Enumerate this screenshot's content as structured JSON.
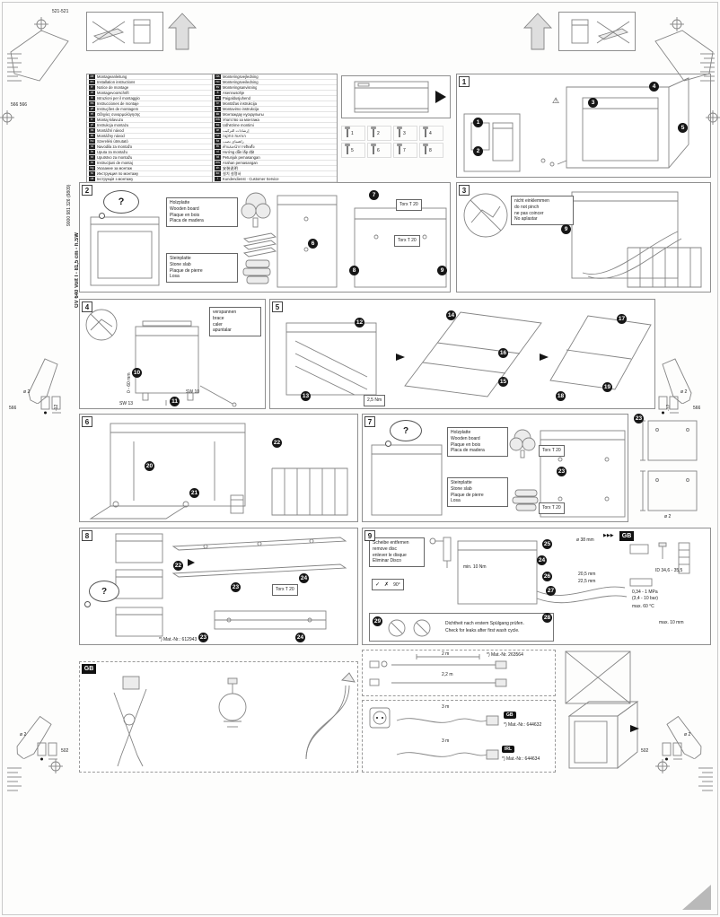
{
  "meta": {
    "model": "GV 640 Volt I - 81,5 cm - h.SW",
    "doc_no": "9000 981 326 (9809)"
  },
  "marks": {
    "top_left_dim": "521-521",
    "left_dim": "566 566",
    "l566": "566",
    "r566": "566",
    "l502": "502",
    "r502": "502",
    "drill": "ø 2",
    "depth": "-12"
  },
  "shared": {
    "q": "?",
    "torx": "Torx T 20",
    "sw13": "SW 13",
    "sw10": "SW 10",
    "wood": [
      "Holzplatte",
      "Wooden board",
      "Plaque en bois",
      "Placa de madera"
    ],
    "stone": [
      "Steinplatte",
      "Stone slab",
      "Plaque de pierre",
      "Losa"
    ]
  },
  "parts": [
    "1",
    "2",
    "3",
    "4",
    "5",
    "6",
    "7",
    "8"
  ],
  "lang_left": [
    {
      "code": "de",
      "text": "Montageanleitung"
    },
    {
      "code": "en",
      "text": "Installation instructions"
    },
    {
      "code": "fr",
      "text": "Notice de montage"
    },
    {
      "code": "nl",
      "text": "Montagevoorschrift"
    },
    {
      "code": "it",
      "text": "Istruzioni per il montaggio"
    },
    {
      "code": "es",
      "text": "Instrucciones de montaje"
    },
    {
      "code": "pt",
      "text": "Instruções de montagem"
    },
    {
      "code": "el",
      "text": "Οδηγίες συναρμολόγησης"
    },
    {
      "code": "tr",
      "text": "Montaj kılavuzu"
    },
    {
      "code": "pl",
      "text": "Instrukcja montażu"
    },
    {
      "code": "cs",
      "text": "Montážní návod"
    },
    {
      "code": "sk",
      "text": "Montážny návod"
    },
    {
      "code": "hu",
      "text": "Szerelési útmutató"
    },
    {
      "code": "sl",
      "text": "Navodila za montažo"
    },
    {
      "code": "hr",
      "text": "Uputa za montažu"
    },
    {
      "code": "sr",
      "text": "Uputstvo za montažu"
    },
    {
      "code": "ro",
      "text": "Instrucţiuni de montaj"
    },
    {
      "code": "bg",
      "text": "Указание за монтаж"
    },
    {
      "code": "ru",
      "text": "Инструкция по монтажу"
    },
    {
      "code": "uk",
      "text": "Інструкція з монтажу"
    }
  ],
  "lang_right": [
    {
      "code": "da",
      "text": "Monteringsvejledning"
    },
    {
      "code": "no",
      "text": "Monteringsveiledning"
    },
    {
      "code": "sv",
      "text": "Monteringsanvisning"
    },
    {
      "code": "fi",
      "text": "Asennusohje"
    },
    {
      "code": "et",
      "text": "Paigaldusjuhend"
    },
    {
      "code": "lv",
      "text": "Montāžas instrukcija"
    },
    {
      "code": "lt",
      "text": "Montavimo instrukcija"
    },
    {
      "code": "kk",
      "text": "Монтаждау нұсқаулығы"
    },
    {
      "code": "mk",
      "text": "Упатство за монтажа"
    },
    {
      "code": "sq",
      "text": "Udhëzime montimi"
    },
    {
      "code": "ar",
      "text": "إرشادات التركيب"
    },
    {
      "code": "he",
      "text": "הוראות התקנה"
    },
    {
      "code": "fa",
      "text": "راهنمای نصب"
    },
    {
      "code": "th",
      "text": "คำแนะนำการติดตั้ง"
    },
    {
      "code": "vi",
      "text": "Hướng dẫn lắp đặt"
    },
    {
      "code": "id",
      "text": "Petunjuk pemasangan"
    },
    {
      "code": "ms",
      "text": "Arahan pemasangan"
    },
    {
      "code": "zh",
      "text": "安装说明"
    },
    {
      "code": "ko",
      "text": "설치 설명서"
    },
    {
      "code": "i",
      "text": "Kundendienst · Customer Service"
    }
  ],
  "panels": {
    "p1": {
      "num": "1",
      "callouts": [
        "1",
        "2",
        "3",
        "4",
        "5"
      ]
    },
    "p2": {
      "num": "2",
      "callouts": [
        "6",
        "7",
        "8",
        "9"
      ]
    },
    "p3": {
      "num": "3",
      "callout": "9",
      "pinch": [
        "nicht einklemmen",
        "do not pinch",
        "ne pas coincer",
        "No aplastar"
      ]
    },
    "p4": {
      "num": "4",
      "callouts": [
        "10",
        "11"
      ],
      "brace": [
        "verspannen",
        "brace",
        "caler",
        "apuntalar"
      ],
      "range": "0 - 60 mm"
    },
    "p5": {
      "num": "5",
      "callouts": [
        "12",
        "13",
        "14",
        "15",
        "16",
        "17",
        "18",
        "19"
      ],
      "torque": "2,5 Nm"
    },
    "p6": {
      "num": "6",
      "callouts": [
        "20",
        "21",
        "22"
      ]
    },
    "p7": {
      "num": "7",
      "callout": "23"
    },
    "p8": {
      "num": "8",
      "callouts": [
        "22",
        "23",
        "24"
      ],
      "mat": "*) Mat.-Nr.: 612943"
    },
    "p9": {
      "num": "9",
      "callouts": [
        "24",
        "25",
        "26",
        "27",
        "28",
        "29"
      ],
      "gb": "GB",
      "disc": [
        "Scheibe entfernen",
        "remove disc",
        "enlever le disque",
        "Eliminar Disco"
      ],
      "specs": {
        "dia": "ø 38 mm",
        "l1": "20,5 mm",
        "l2": "22,5 mm",
        "id": "ID 34,6 - 35,5",
        "press1": "0,34 - 1 MPa",
        "press2": "(3,4 - 10 bar)",
        "temp": "max. 60 °C",
        "gap": "max. 10 mm",
        "angle": "90°",
        "torque": "min. 10 Nm"
      },
      "note": [
        "Dichtheit nach erstem Spülgang prüfen.",
        "Check for leaks after first wash cycle."
      ]
    },
    "gb": {
      "num": "GB"
    }
  },
  "hose": {
    "l1": "2 m",
    "l2": "2,2 m",
    "mat": "*) Mat.-Nr. 263564"
  },
  "cords": {
    "l1": "3 m",
    "l2": "3 m",
    "gb": "GB",
    "gb_mat": "*) Mat.-Nr.: 644632",
    "irl": "IRL",
    "irl_mat": "*) Mat.-Nr.: 644634"
  }
}
